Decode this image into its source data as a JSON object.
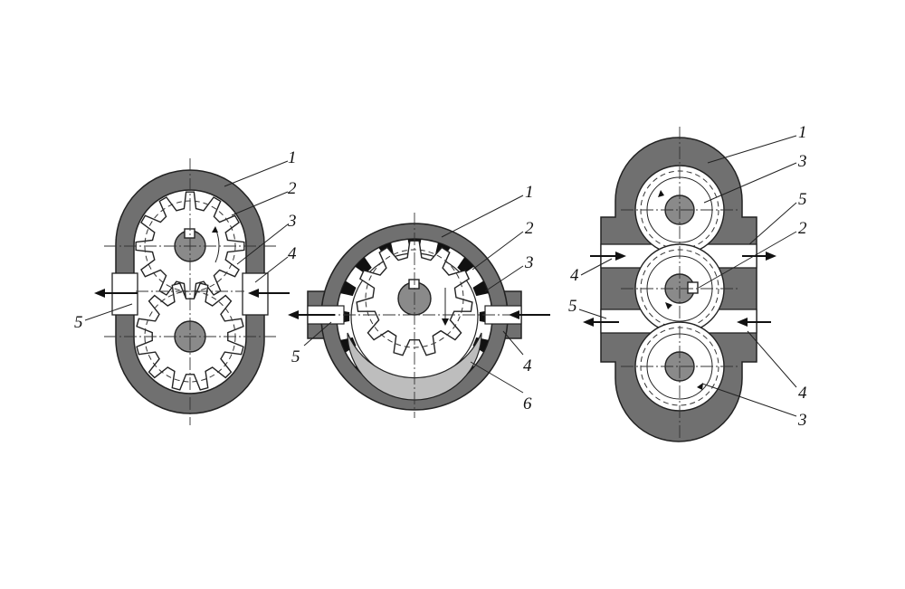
{
  "figures": [
    {
      "id": "external-gear-pump",
      "labels": [
        "1",
        "2",
        "3",
        "4",
        "5"
      ]
    },
    {
      "id": "internal-gear-pump",
      "labels": [
        "1",
        "2",
        "3",
        "4",
        "5",
        "6"
      ]
    },
    {
      "id": "three-gear-pump",
      "labels": [
        "1",
        "3",
        "5",
        "2",
        "4",
        "5",
        "4",
        "3"
      ]
    }
  ]
}
